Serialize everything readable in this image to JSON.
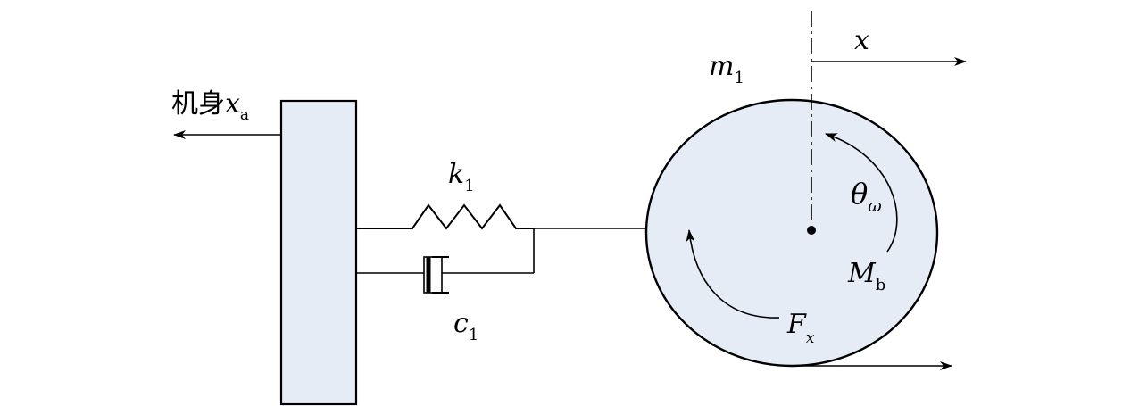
{
  "colors": {
    "fill": "#e6ecf6",
    "stroke": "#000000",
    "background": "#ffffff"
  },
  "labels": {
    "body_cn": "机身",
    "body_var": "x",
    "body_sub": "a",
    "spring_var": "k",
    "spring_sub": "1",
    "damper_var": "c",
    "damper_sub": "1",
    "mass_var": "m",
    "mass_sub": "1",
    "x_label": "x",
    "theta_var": "θ",
    "theta_sub": "ω",
    "moment_var": "M",
    "moment_sub": "b",
    "force_var": "F",
    "force_sub": "x"
  }
}
